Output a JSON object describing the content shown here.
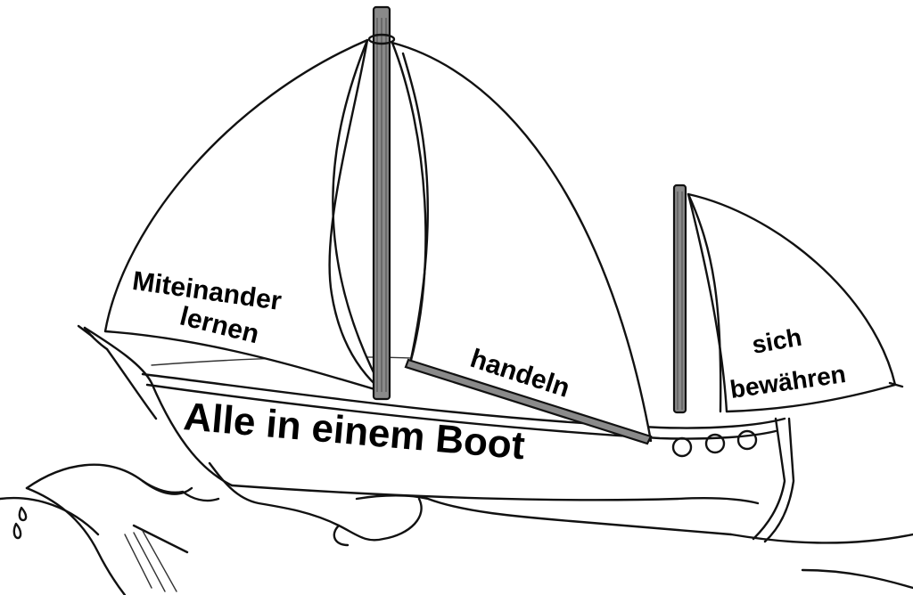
{
  "sail_left": {
    "line1": "Miteinander",
    "line2": "lernen"
  },
  "sail_middle": {
    "text": "handeln"
  },
  "sail_right": {
    "line1": "sich",
    "line2": "bewähren"
  },
  "hull": {
    "text": "Alle in einem Boot"
  },
  "colors": {
    "ink": "#111111",
    "paper": "#ffffff",
    "mast": "#8a8a8a"
  }
}
